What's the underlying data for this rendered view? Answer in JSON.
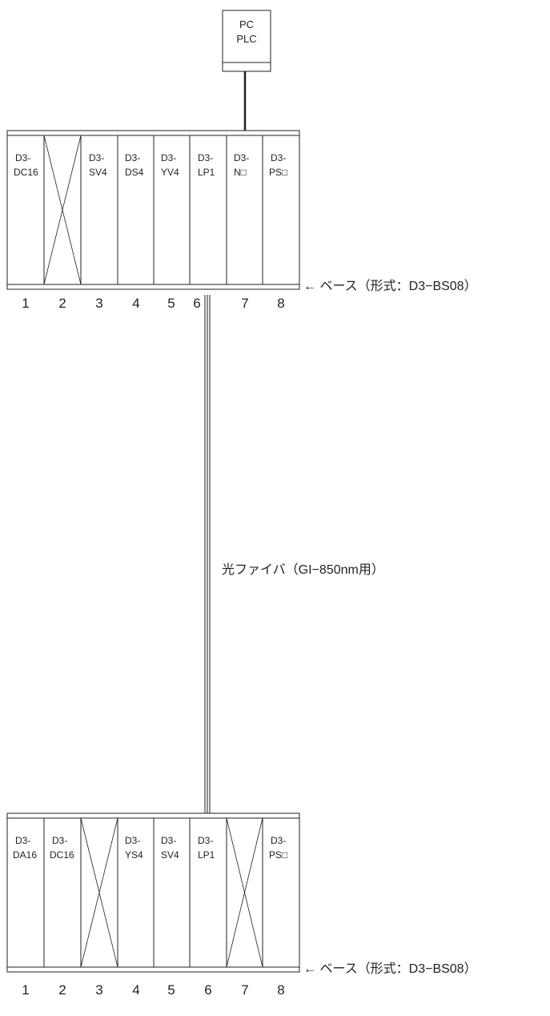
{
  "pc_box": {
    "line1": "PC",
    "line2": "PLC"
  },
  "top_rack": {
    "modules": [
      {
        "line1": "D3-",
        "line2": "DC16",
        "empty": false
      },
      {
        "line1": "",
        "line2": "",
        "empty": true
      },
      {
        "line1": "D3-",
        "line2": "SV4",
        "empty": false
      },
      {
        "line1": "D3-",
        "line2": "DS4",
        "empty": false
      },
      {
        "line1": "D3-",
        "line2": "YV4",
        "empty": false
      },
      {
        "line1": "D3-",
        "line2": "LP1",
        "empty": false
      },
      {
        "line1": "D3-",
        "line2": "N□",
        "empty": false
      },
      {
        "line1": "D3-",
        "line2": "PS□",
        "empty": false
      }
    ],
    "slot_numbers": [
      "1",
      "2",
      "3",
      "4",
      "5",
      "6",
      "7",
      "8"
    ],
    "base_label": "← ベース（形式：D3−BS08）"
  },
  "fiber_label": "光ファイバ（GI−850nm用）",
  "bottom_rack": {
    "modules": [
      {
        "line1": "D3-",
        "line2": "DA16",
        "empty": false
      },
      {
        "line1": "D3-",
        "line2": "DC16",
        "empty": false
      },
      {
        "line1": "",
        "line2": "",
        "empty": true
      },
      {
        "line1": "D3-",
        "line2": "YS4",
        "empty": false
      },
      {
        "line1": "D3-",
        "line2": "SV4",
        "empty": false
      },
      {
        "line1": "D3-",
        "line2": "LP1",
        "empty": false
      },
      {
        "line1": "",
        "line2": "",
        "empty": true
      },
      {
        "line1": "D3-",
        "line2": "PS□",
        "empty": false
      }
    ],
    "slot_numbers": [
      "1",
      "2",
      "3",
      "4",
      "5",
      "6",
      "7",
      "8"
    ],
    "base_label": "← ベース（形式：D3−BS08）"
  }
}
